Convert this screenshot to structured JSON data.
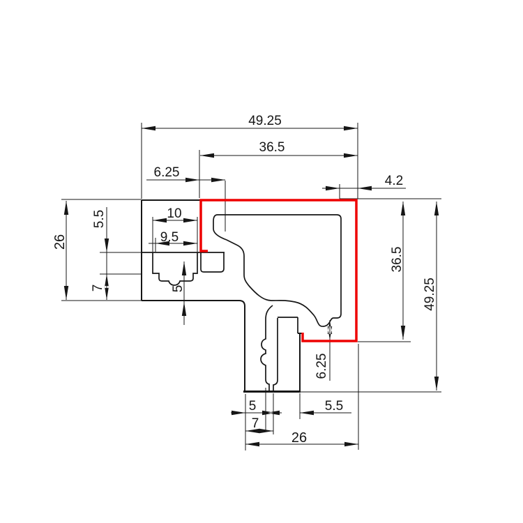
{
  "drawing": {
    "title": "aluminium-profile-cross-section",
    "colors": {
      "line": "#161616",
      "highlight": "#ee0202",
      "background": "#ffffff"
    },
    "dims": {
      "top_overall_width": "49.25",
      "top_inner_width": "36.5",
      "top_corner_offset": "6.25",
      "top_right_wall": "4.2",
      "slot_outer_width": "10",
      "slot_inner_width": "9.5",
      "left_overall_height": "26",
      "left_shelf_depth": "5.5",
      "left_lip_height": "7",
      "slot_opening_height": "5",
      "right_inner_height": "36.5",
      "right_overall_height": "49.25",
      "bottom_right_wall": "6.25",
      "leg_left_wall": "5",
      "leg_right_wall": "5.5",
      "leg_width": "7",
      "bottom_overall_width": "26"
    }
  }
}
